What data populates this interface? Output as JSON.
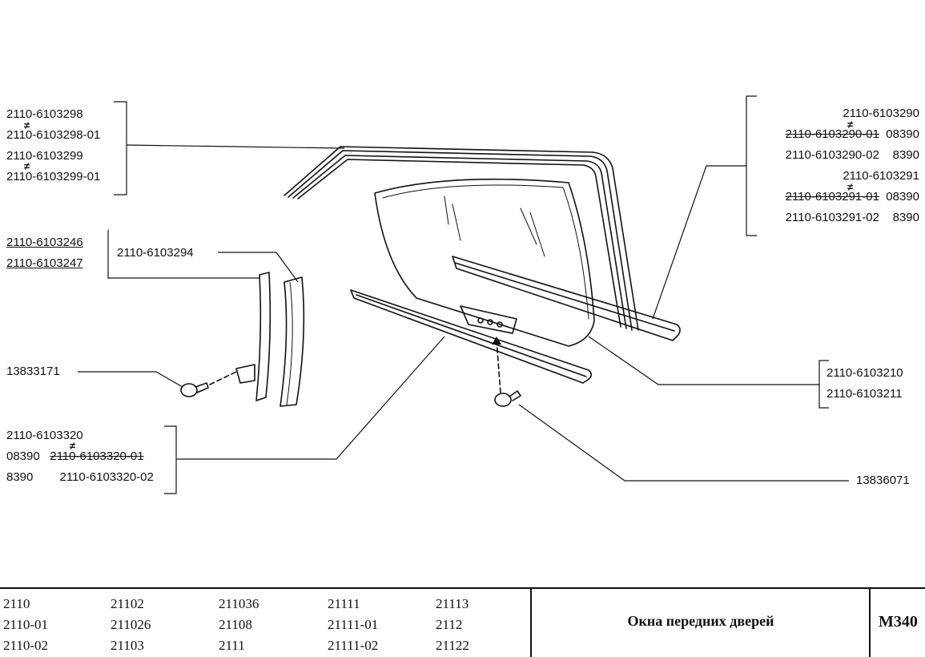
{
  "labels": {
    "top_left": [
      "2110-6103298",
      "2110-6103298-01",
      "2110-6103299",
      "2110-6103299-01"
    ],
    "mid_left_underlined": [
      "2110-6103246",
      "2110-6103247"
    ],
    "center_channel": "2110-6103294",
    "bolt_left": "13833171",
    "bottom_left": {
      "line1": "2110-6103320",
      "line2_prefix": "08390",
      "line2_part": "2110-6103320-01",
      "line3_prefix": "8390",
      "line3_part": "2110-6103320-02"
    },
    "top_right": {
      "line1": "2110-6103290",
      "line2_part": "2110-6103290-01",
      "line2_suffix": "08390",
      "line3_part": "2110-6103290-02",
      "line3_suffix": "8390",
      "line4": "2110-6103291",
      "line5_part": "2110-6103291-01",
      "line5_suffix": "08390",
      "line6_part": "2110-6103291-02",
      "line6_suffix": "8390"
    },
    "glass_right": [
      "2110-6103210",
      "2110-6103211"
    ],
    "bolt_right": "13836071",
    "not_equal_symbol": "≠"
  },
  "footer": {
    "models": [
      [
        "2110",
        "2110-01",
        "2110-02"
      ],
      [
        "21102",
        "211026",
        "21103"
      ],
      [
        "211036",
        "21108",
        "2111"
      ],
      [
        "21111",
        "21111-01",
        "21111-02"
      ],
      [
        "21113",
        "2112",
        "21122"
      ]
    ],
    "title": "Окна передних дверей",
    "code": "M340"
  }
}
